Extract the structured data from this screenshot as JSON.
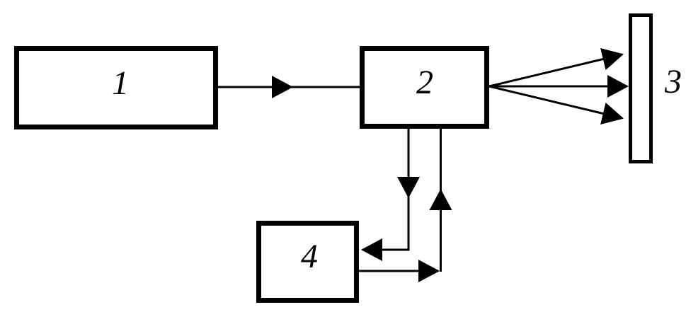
{
  "diagram": {
    "type": "block-diagram",
    "background_color": "#ffffff",
    "line_color": "#000000",
    "nodes": {
      "n1": {
        "label": "1",
        "shape": "rectangle"
      },
      "n2": {
        "label": "2",
        "shape": "rectangle"
      },
      "n3": {
        "label": "3",
        "shape": "thin-vertical-plate"
      },
      "n4": {
        "label": "4",
        "shape": "rectangle"
      }
    },
    "edges": [
      {
        "from": "1",
        "to": "2",
        "style": "straight-arrow",
        "arrowheads": 1
      },
      {
        "from": "2",
        "to": "3",
        "style": "three-arrow-fan",
        "arrowheads": 3
      },
      {
        "from": "2",
        "to": "4",
        "style": "elbow-down-left",
        "arrowheads": 2
      },
      {
        "from": "4",
        "to": "2",
        "style": "elbow-right-up",
        "arrowheads": 2
      }
    ]
  }
}
